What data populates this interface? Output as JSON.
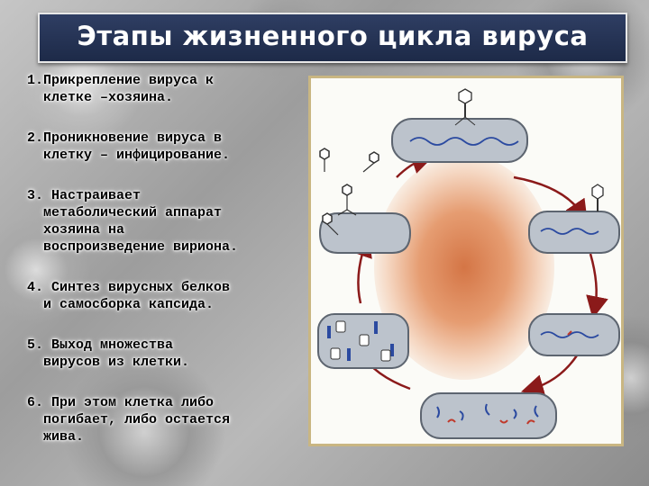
{
  "title": "Этапы жизненного цикла вируса",
  "steps": [
    {
      "l1": "1.Прикрепление вируса к",
      "l2": "клетке –хозяина."
    },
    {
      "l1": "2.Проникновение вируса в",
      "l2": "клетку – инфицирование."
    },
    {
      "l1": "3. Настраивает",
      "l2": "метаболический аппарат",
      "l3": "хозяина на",
      "l4": "воспроизведение вириона."
    },
    {
      "l1": "4. Синтез вирусных белков",
      "l2": "и самосборка капсида."
    },
    {
      "l1": "5. Выход  множества",
      "l2": "вирусов из клетки."
    },
    {
      "l1": "6. При этом клетка либо",
      "l2": "погибает, либо остается",
      "l3": "жива."
    }
  ],
  "colors": {
    "title_bg": "#1d2a48",
    "arrow": "#8b1a1a",
    "cell_fill": "#bcc3cc",
    "dna_blue": "#2b4aa0",
    "dna_red": "#c0392b",
    "frame": "#c9b682"
  }
}
